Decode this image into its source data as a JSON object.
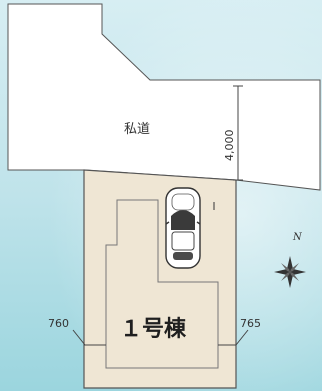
{
  "plan": {
    "road_label": "私道",
    "road_width": "4,000",
    "building_label": "１号棟",
    "setback_left": "760",
    "setback_right": "765",
    "north_label": "N",
    "colors": {
      "sky_top": "#c9e8ef",
      "sky_bottom": "#8fd1dc",
      "lot_fill": "#efe6d4",
      "road_fill": "#ffffff",
      "outline": "#555555"
    }
  }
}
